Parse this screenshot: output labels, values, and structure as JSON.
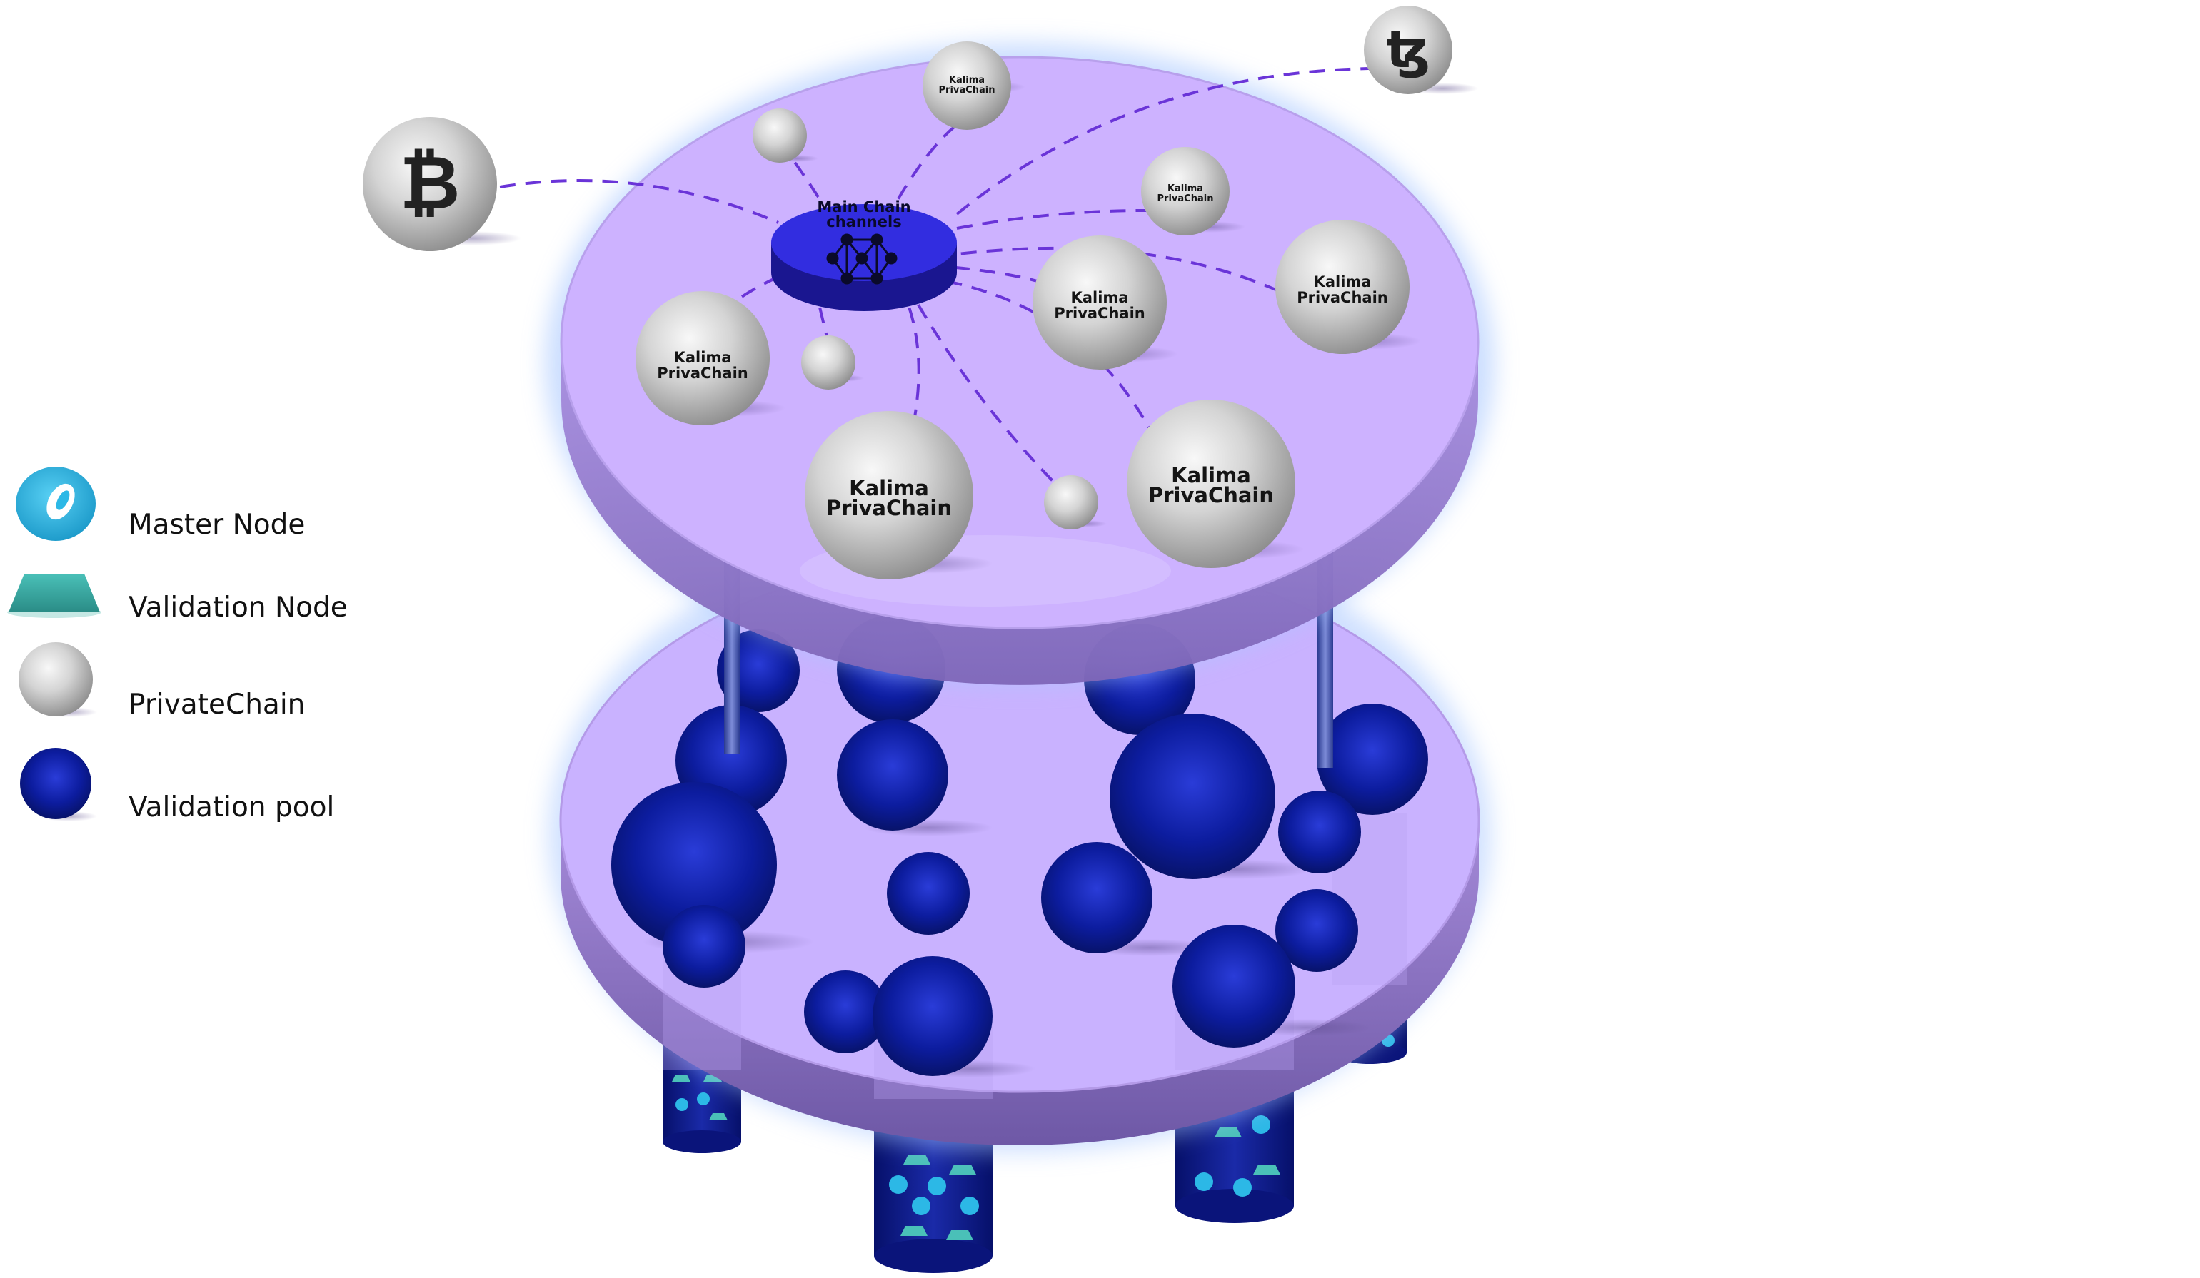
{
  "legend": {
    "items": [
      {
        "id": "master",
        "label": "Master Node",
        "icon": "master-node-icon"
      },
      {
        "id": "validation",
        "label": "Validation Node",
        "icon": "validation-node-icon"
      },
      {
        "id": "private",
        "label": "PrivateChain",
        "icon": "private-chain-icon"
      },
      {
        "id": "pool",
        "label": "Validation pool",
        "icon": "validation-pool-icon"
      }
    ]
  },
  "hub": {
    "line1": "Main Chain",
    "line2": "channels",
    "icon": "network-mesh-icon"
  },
  "private_chain": {
    "line1": "Kalima",
    "line2": "PrivaChain"
  },
  "coins": {
    "bitcoin": {
      "glyph": "₿",
      "icon": "bitcoin-icon"
    },
    "tezos": {
      "glyph": "ꜩ",
      "icon": "tezos-icon"
    }
  },
  "colors": {
    "platform_top": "#cdb2ff",
    "platform_side": "#9b82d6",
    "glow": "#9fc4ff",
    "hub": "#2e2ad6",
    "connector": "#6a34d8",
    "sphere_pool": "#0a1a9a",
    "master_node": "#2cb8e6",
    "validation_node": "#3aa8a0"
  }
}
